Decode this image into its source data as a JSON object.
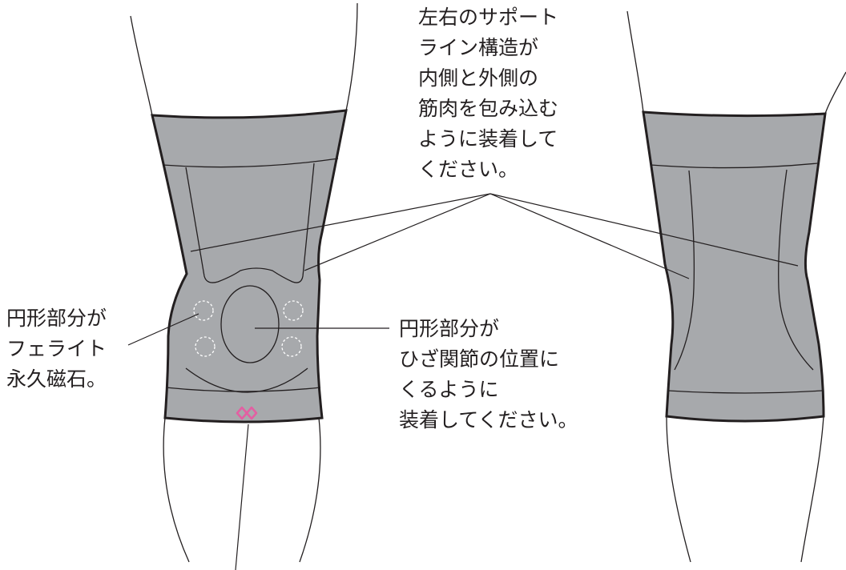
{
  "annotations": {
    "support_line": [
      "左右のサポート",
      "ライン構造が",
      "内側と外側の",
      "筋肉を包み込む",
      "ように装着して",
      "ください。"
    ],
    "magnets": [
      "円形部分が",
      "フェライト",
      "永久磁石。"
    ],
    "circle_position": [
      "円形部分が",
      "ひざ関節の位置に",
      "くるように",
      "装着してください。"
    ]
  },
  "colors": {
    "sleeve_fill": "#a7a9ac",
    "outline": "#231f20",
    "logo": "#e35fa2",
    "text": "#231f20"
  }
}
